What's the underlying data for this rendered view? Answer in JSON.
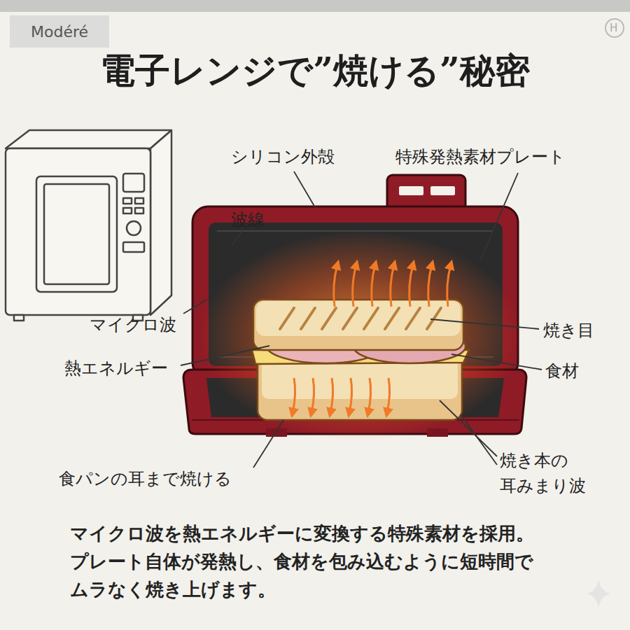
{
  "diagram": {
    "title": "電子レンジで”焼ける”秘密",
    "caption": "マイクロ波を熱エネルギーに変換する特殊素材を採用。 プレート自体が発熱し、食材を包み込むように短時間で ムラなく焼き上げます。",
    "nodes": [
      {
        "text": [
          "Modéré"
        ]
      }
    ],
    "labels": [
      "シリコン外殻",
      "特殊発熱素材プレート",
      "波線",
      "マイクロ波",
      "熱エネルギー",
      "焼き目",
      "食材",
      "食パンの耳まで焼ける",
      "焼き本の 耳みまり波",
      "H"
    ]
  }
}
